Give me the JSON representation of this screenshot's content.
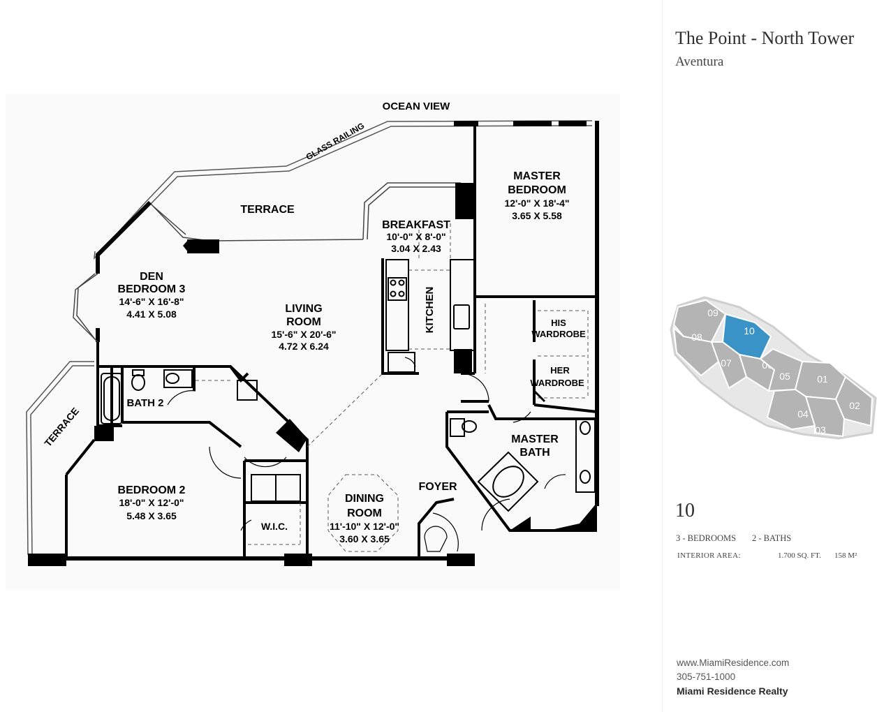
{
  "plan": {
    "labels": {
      "ocean_view": "OCEAN VIEW",
      "glass_railing": "GLASS RAILING",
      "terrace_top": "TERRACE",
      "terrace_left": "TERRACE",
      "master_bedroom": [
        "MASTER",
        "BEDROOM",
        "12'-0\" X 18'-4\"",
        "3.65 X 5.58"
      ],
      "breakfast": [
        "BREAKFAST",
        "10'-0\" X 8'-0\"",
        "3.04 X 2.43"
      ],
      "den": [
        "DEN",
        "BEDROOM 3",
        "14'-6\" X 16'-8\"",
        "4.41 X 5.08"
      ],
      "living_room": [
        "LIVING",
        "ROOM",
        "15'-6\" X 20'-6\"",
        "4.72 X 6.24"
      ],
      "kitchen": "KITCHEN",
      "his_wardrobe": [
        "HIS",
        "WARDROBE"
      ],
      "her_wardrobe": [
        "HER",
        "WARDROBE"
      ],
      "bath2": "BATH 2",
      "master_bath": [
        "MASTER",
        "BATH"
      ],
      "bedroom2": [
        "BEDROOM 2",
        "18'-0\" X 12'-0\"",
        "5.48 X 3.65"
      ],
      "wic": "W.I.C.",
      "dining_room": [
        "DINING",
        "ROOM",
        "11'-10\" X 12'-0\"",
        "3.60 X 3.65"
      ],
      "foyer": "FOYER"
    }
  },
  "side": {
    "title": "The Point - North Tower",
    "subtitle": "Aventura",
    "key_plan": {
      "units": [
        "09",
        "10",
        "08",
        "07",
        "06",
        "05",
        "01",
        "02",
        "04",
        "03"
      ],
      "highlighted": "10",
      "highlight_color": "#3a93c6",
      "unit_color": "#b4b4b4"
    },
    "unit_number": "10",
    "bedrooms": "3 - BEDROOMS",
    "baths": "2 - BATHS",
    "interior_area_label": "INTERIOR AREA:",
    "interior_area_sqft": "1.700 SQ. FT.",
    "interior_area_m2": "158 M²",
    "website": "www.MiamiResidence.com",
    "phone": "305-751-1000",
    "company": "Miami Residence Realty"
  }
}
